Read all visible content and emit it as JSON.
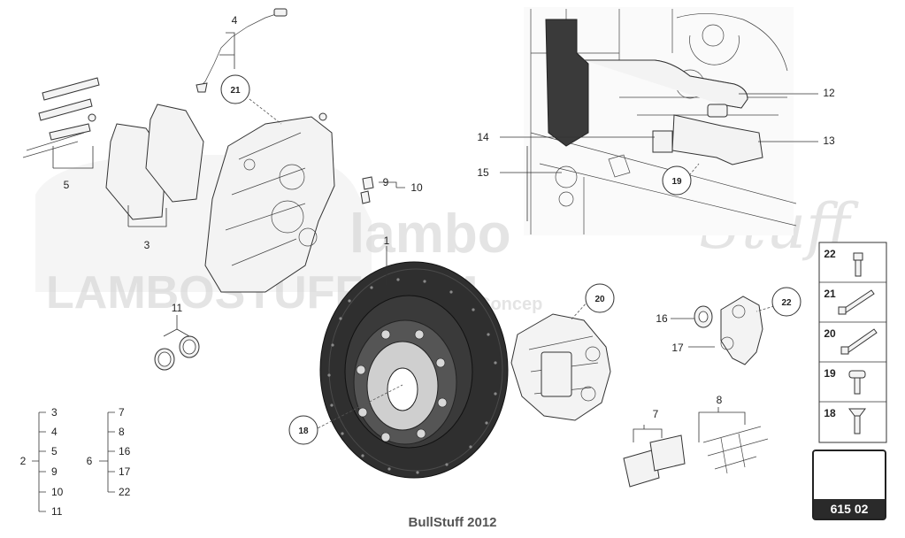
{
  "watermark": {
    "brand": "lambo",
    "script": "Stuff",
    "url": "LAMBOSTUFF.COM",
    "sub": "Concep"
  },
  "callouts": {
    "c18": "18",
    "c19": "19",
    "c20": "20",
    "c21": "21",
    "c22": "22"
  },
  "labels": {
    "l1": "1",
    "l3": "3",
    "l4": "4",
    "l5": "5",
    "l7": "7",
    "l8": "8",
    "l9": "9",
    "l10": "10",
    "l11": "11",
    "l12": "12",
    "l13": "13",
    "l14": "14",
    "l15": "15",
    "l16": "16",
    "l17": "17"
  },
  "groups": {
    "left": {
      "root": "2",
      "items": [
        "3",
        "4",
        "5",
        "9",
        "10",
        "11"
      ]
    },
    "right": {
      "root": "6",
      "items": [
        "7",
        "8",
        "16",
        "17",
        "22"
      ]
    }
  },
  "legend": [
    "22",
    "21",
    "20",
    "19",
    "18"
  ],
  "diagram_code": "615 02",
  "footer": "BullStuff 2012"
}
